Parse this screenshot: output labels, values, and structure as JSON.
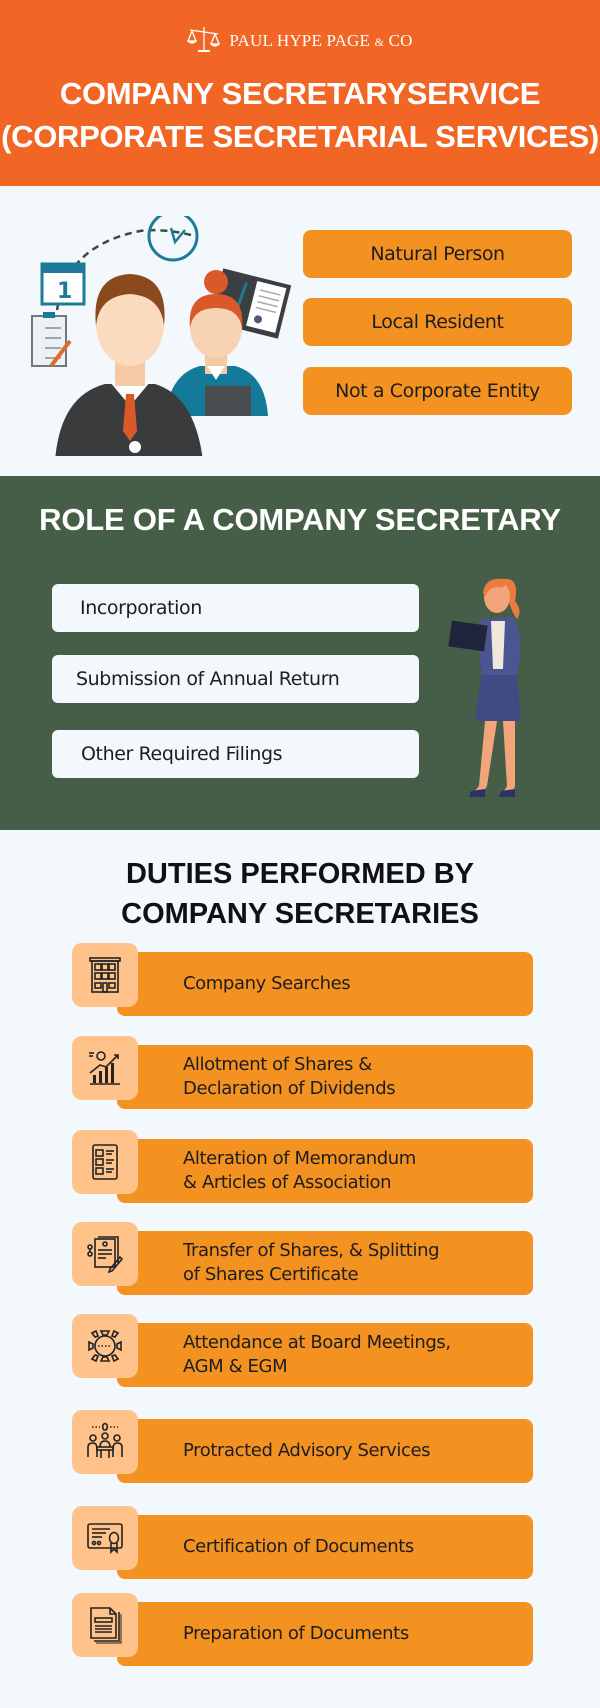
{
  "header": {
    "brand_name": "PAUL HYPE PAGE",
    "brand_amp": "&",
    "brand_suffix": "CO",
    "logo_icon": "scales-of-justice-icon",
    "title_line1": "COMPANY SECRETARYSERVICE",
    "title_line2": "(CORPORATE SECRETARIAL SERVICES)"
  },
  "intro": {
    "illustration": "business-man-and-woman-with-calendar-clock-checklist-folder",
    "requirements": [
      {
        "label": "Natural Person"
      },
      {
        "label": "Local Resident"
      },
      {
        "label": "Not a Corporate Entity"
      }
    ]
  },
  "role": {
    "title": "ROLE OF A COMPANY SECRETARY",
    "items": [
      {
        "label": "Incorporation"
      },
      {
        "label": "Submission of Annual Return"
      },
      {
        "label": "Other Required Filings"
      }
    ],
    "illustration": "woman-holding-laptop"
  },
  "duties": {
    "title_line1": "DUTIES PERFORMED BY",
    "title_line2": "COMPANY SECRETARIES",
    "items": [
      {
        "line1": "Company Searches",
        "line2": "",
        "icon": "building-icon"
      },
      {
        "line1": "Allotment of Shares &",
        "line2": "Declaration of Dividends",
        "icon": "growth-chart-icon"
      },
      {
        "line1": "Alteration of Memorandum",
        "line2": "& Articles of Association",
        "icon": "checklist-clipboard-icon"
      },
      {
        "line1": "Transfer of Shares, & Splitting",
        "line2": "of Shares Certificate",
        "icon": "contract-signing-icon"
      },
      {
        "line1": "Attendance at Board Meetings,",
        "line2": "AGM & EGM",
        "icon": "meeting-table-icon"
      },
      {
        "line1": "Protracted Advisory Services",
        "line2": "",
        "icon": "advisory-team-icon"
      },
      {
        "line1": "Certification of Documents",
        "line2": "",
        "icon": "certificate-icon"
      },
      {
        "line1": "Preparation of Documents",
        "line2": "",
        "icon": "documents-icon"
      }
    ]
  },
  "colors": {
    "header_orange": "#f26625",
    "box_orange": "#f39220",
    "icon_peach": "#fec28a",
    "role_green": "#465e47",
    "light_bg": "#f3f8fc",
    "text_dark": "#1d1d1d"
  }
}
